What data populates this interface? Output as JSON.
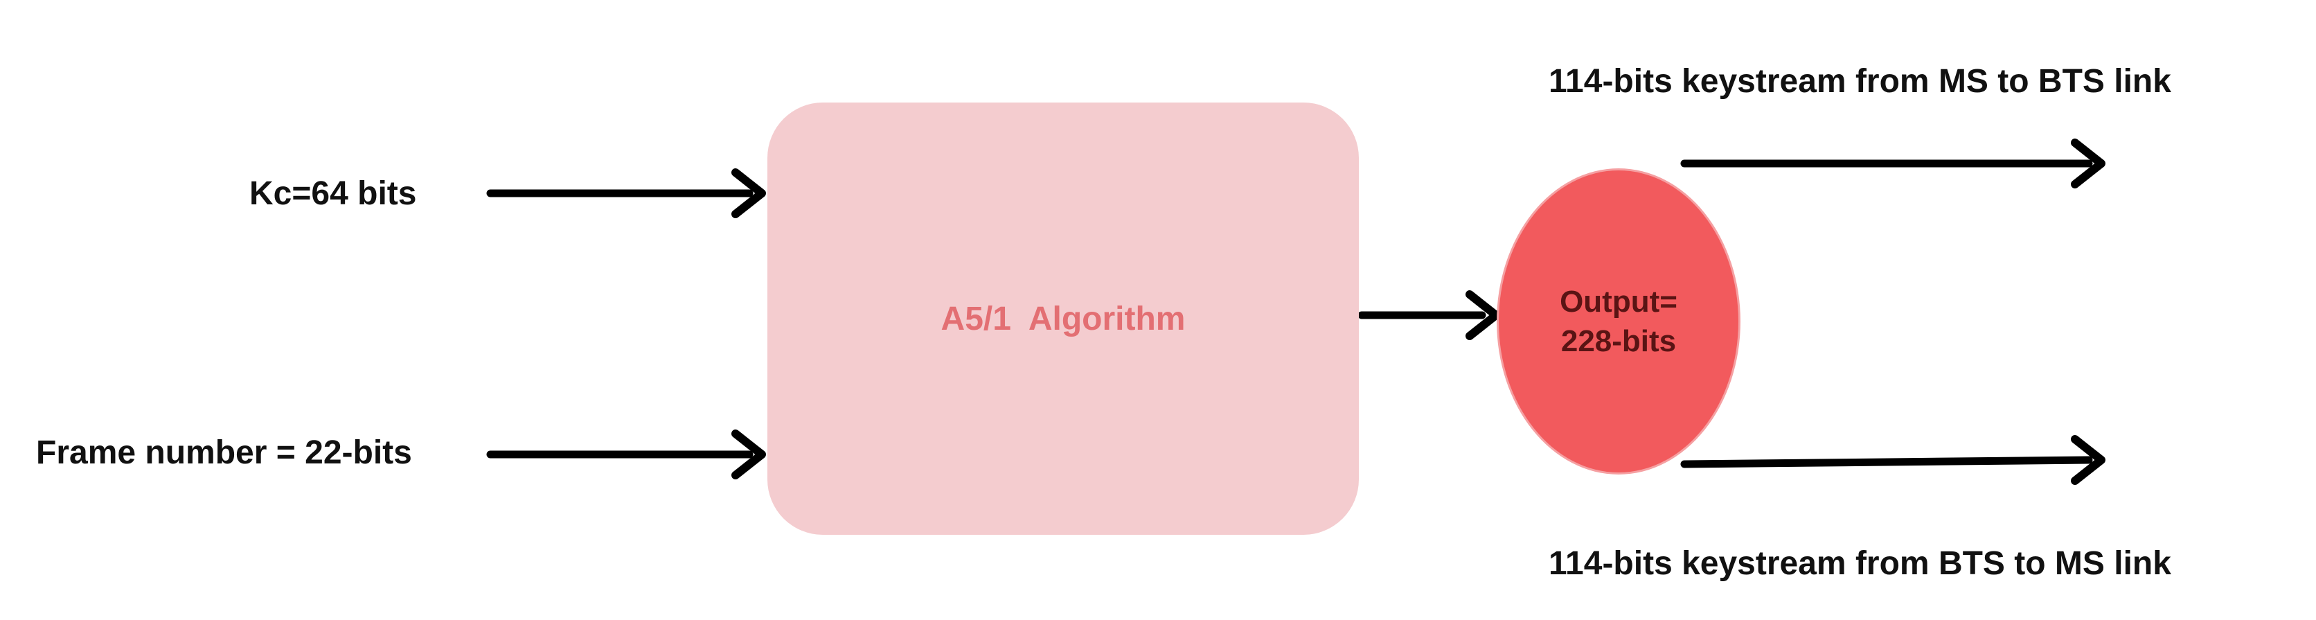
{
  "inputs": {
    "kc_label": "Kc=64 bits",
    "frame_label": "Frame number  = 22-bits"
  },
  "algorithm": {
    "label": "A5/1  Algorithm",
    "fill_color": "#f4cccf",
    "text_color": "#e36f73"
  },
  "output": {
    "line1": "Output=",
    "line2": "228-bits",
    "fill_color": "#f25a5d"
  },
  "keystreams": {
    "top_label": "114-bits keystream from MS to BTS link",
    "bottom_label": "114-bits keystream from BTS to MS link"
  },
  "arrow_color": "#000000"
}
